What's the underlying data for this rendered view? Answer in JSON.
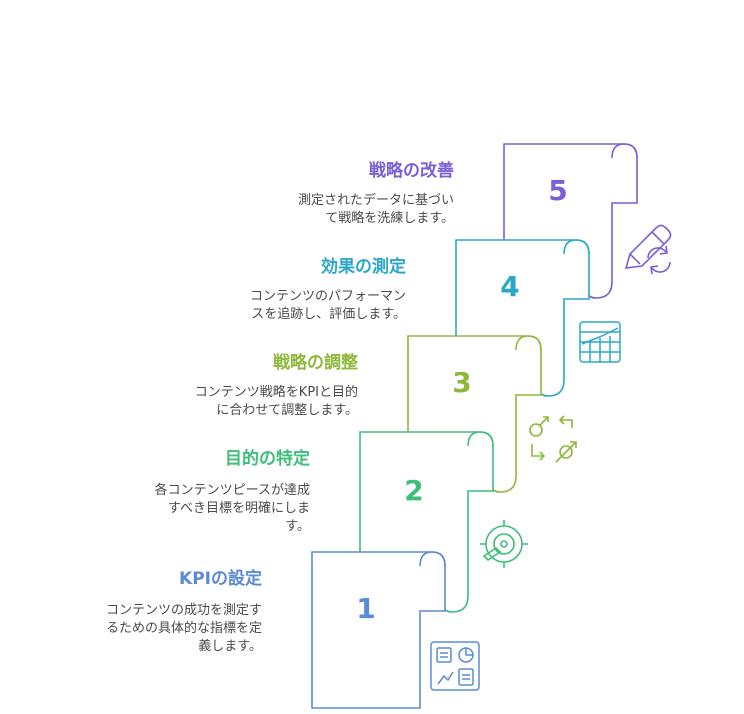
{
  "colors": {
    "step1": "#5B8BD6",
    "step2": "#3DBE7A",
    "step3": "#8DB83A",
    "step4": "#2AA7C9",
    "step5": "#7B5FD6"
  },
  "steps": [
    {
      "number": "1",
      "title": "KPIの設定",
      "desc_line1": "コンテンツの成功を測定す",
      "desc_line2": "るための具体的な指標を定",
      "desc_line3": "義します。",
      "icon": "dashboard-icon"
    },
    {
      "number": "2",
      "title": "目的の特定",
      "desc_line1": "各コンテンツピースが達成",
      "desc_line2": "すべき目標を明確にしま",
      "desc_line3": "す。",
      "icon": "target-icon"
    },
    {
      "number": "3",
      "title": "戦略の調整",
      "desc_line1": "コンテンツ戦略をKPIと目的",
      "desc_line2": "に合わせて調整します。",
      "desc_line3": "",
      "icon": "strategy-arrows-icon"
    },
    {
      "number": "4",
      "title": "効果の測定",
      "desc_line1": "コンテンツのパフォーマン",
      "desc_line2": "スを追跡し、評価します。",
      "desc_line3": "",
      "icon": "chart-grid-icon"
    },
    {
      "number": "5",
      "title": "戦略の改善",
      "desc_line1": "測定されたデータに基づい",
      "desc_line2": "て戦略を洗練します。",
      "desc_line3": "",
      "icon": "pencil-refresh-icon"
    }
  ]
}
